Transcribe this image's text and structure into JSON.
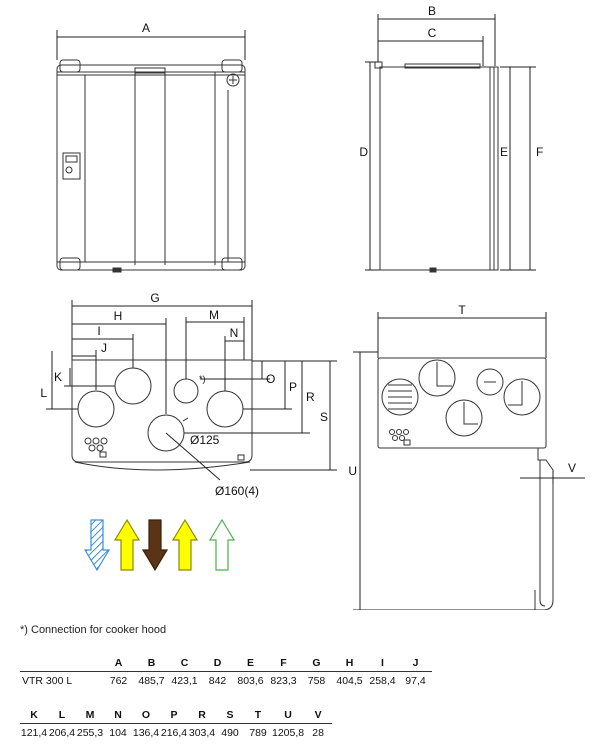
{
  "dimension_letters": [
    "A",
    "B",
    "C",
    "D",
    "E",
    "F",
    "G",
    "H",
    "I",
    "J",
    "K",
    "L",
    "M",
    "N",
    "O",
    "P",
    "R",
    "S",
    "T",
    "U",
    "V"
  ],
  "callouts": {
    "cooker_mark": "*)",
    "dia_small": "Ø125",
    "dia_large": "Ø160(4)"
  },
  "arrows": [
    {
      "name": "outdoor-air-arrow",
      "fill": "#a8d4f5",
      "stroke": "#3a8fd9",
      "hatch": true
    },
    {
      "name": "supply-air-arrow",
      "fill": "#ffff00",
      "stroke": "#8a8a00",
      "hatch": false
    },
    {
      "name": "extract-air-arrow",
      "fill": "#5a3414",
      "stroke": "#3a200a",
      "hatch": false
    },
    {
      "name": "exhaust-air-arrow",
      "fill": "#ffff00",
      "stroke": "#8a8a00",
      "hatch": false
    },
    {
      "name": "cooker-hood-arrow",
      "fill": "#ffffff",
      "stroke": "#4caf50",
      "hatch": false
    }
  ],
  "footnote": "*) Connection for cooker hood",
  "table1": {
    "headers": [
      "",
      "A",
      "B",
      "C",
      "D",
      "E",
      "F",
      "G",
      "H",
      "I",
      "J"
    ],
    "row": [
      "VTR 300 L",
      "762",
      "485,7",
      "423,1",
      "842",
      "803,6",
      "823,3",
      "758",
      "404,5",
      "258,4",
      "97,4"
    ]
  },
  "table2": {
    "headers": [
      "K",
      "L",
      "M",
      "N",
      "O",
      "P",
      "R",
      "S",
      "T",
      "U",
      "V"
    ],
    "row": [
      "121,4",
      "206,4",
      "255,3",
      "104",
      "136,4",
      "216,4",
      "303,4",
      "490",
      "789",
      "1205,8",
      "28"
    ]
  }
}
